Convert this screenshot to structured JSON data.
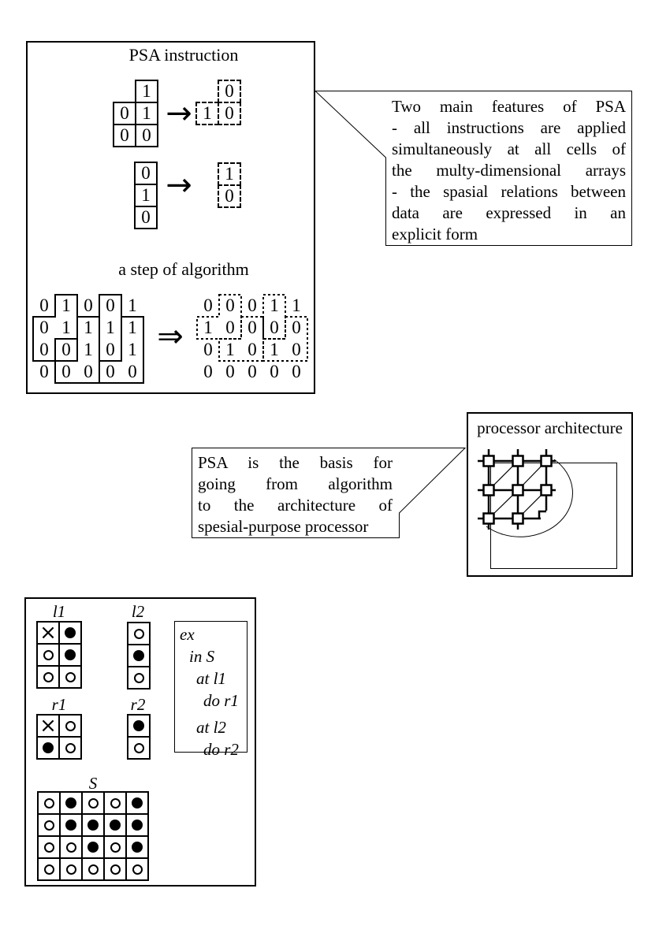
{
  "psa": {
    "title": "PSA instruction",
    "step_title": "a step of algorithm",
    "instr1_left": [
      [
        null,
        "1"
      ],
      [
        "0",
        "1"
      ],
      [
        "0",
        "0"
      ]
    ],
    "instr1_right": [
      [
        null,
        "0"
      ],
      [
        "1",
        "0"
      ]
    ],
    "instr2_left": [
      [
        "0"
      ],
      [
        "1"
      ],
      [
        "0"
      ]
    ],
    "instr2_right": [
      [
        "1"
      ],
      [
        "0"
      ]
    ],
    "step_before": [
      [
        "0",
        "1",
        "0",
        "0",
        "1"
      ],
      [
        "0",
        "1",
        "1",
        "1",
        "1"
      ],
      [
        "0",
        "0",
        "1",
        "0",
        "1"
      ],
      [
        "0",
        "0",
        "0",
        "0",
        "0"
      ]
    ],
    "step_after": [
      [
        "0",
        "0",
        "0",
        "1",
        "1"
      ],
      [
        "1",
        "0",
        "0",
        "0",
        "0"
      ],
      [
        "0",
        "1",
        "0",
        "1",
        "0"
      ],
      [
        "0",
        "0",
        "0",
        "0",
        "0"
      ]
    ]
  },
  "features_note": {
    "lines": [
      "Two main features of PSA",
      "- all instructions are applied",
      "simultaneously at all cells of",
      "the multy-dimensional arrays",
      "- the spasial relations between",
      "data are expressed in an",
      "explicit form"
    ]
  },
  "basis_note": {
    "lines": [
      "PSA is the basis for",
      "going from algorithm",
      "to the architecture of",
      "spesial-purpose processor"
    ]
  },
  "architecture": {
    "title": "processor architecture"
  },
  "example": {
    "labels": {
      "l1": "l1",
      "l2": "l2",
      "r1": "r1",
      "r2": "r2",
      "s": "S"
    },
    "l1": [
      [
        "cross",
        "filled"
      ],
      [
        "open",
        "filled"
      ],
      [
        "open",
        "open"
      ]
    ],
    "l2": [
      [
        "open"
      ],
      [
        "filled"
      ],
      [
        "open"
      ]
    ],
    "r1": [
      [
        "cross",
        "open"
      ],
      [
        "filled",
        "open"
      ]
    ],
    "r2": [
      [
        "filled"
      ],
      [
        "open"
      ]
    ],
    "s": [
      [
        "open",
        "filled",
        "open",
        "open",
        "filled"
      ],
      [
        "open",
        "filled",
        "filled",
        "filled",
        "filled"
      ],
      [
        "open",
        "open",
        "filled",
        "open",
        "filled"
      ],
      [
        "open",
        "open",
        "open",
        "open",
        "open"
      ]
    ],
    "program": [
      "ex",
      "in S",
      "at l1",
      "do r1",
      "at l2",
      "do r2"
    ]
  },
  "icons": {
    "arrow_right": "→",
    "double_arrow_right": "⇒",
    "cross": "×"
  },
  "colors": {
    "ink": "#000000",
    "background": "#ffffff"
  }
}
